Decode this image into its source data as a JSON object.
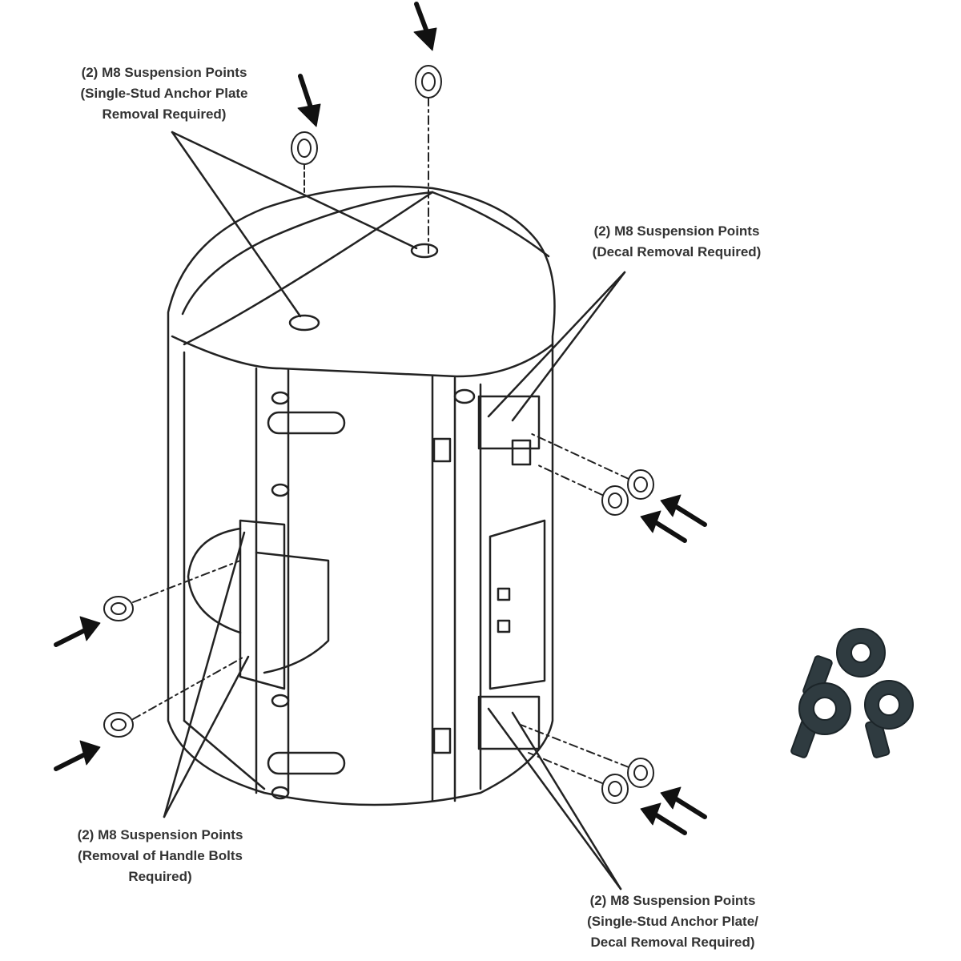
{
  "callouts": {
    "top": {
      "title": "(2) M8 Suspension Points",
      "line2": "(Single-Stud Anchor Plate",
      "line3": "Removal Required)"
    },
    "right_upper": {
      "title": "(2) M8 Suspension Points",
      "line2": "(Decal Removal Required)"
    },
    "left_lower": {
      "title": "(2) M8 Suspension Points",
      "line2": "(Removal of Handle Bolts",
      "line3": "Required)"
    },
    "right_lower": {
      "title": "(2) M8 Suspension Points",
      "line2": "(Single-Stud Anchor Plate/",
      "line3": "Decal Removal Required)"
    }
  },
  "colors": {
    "line": "#222222",
    "eyebolt_photo": "#2f3b40"
  }
}
